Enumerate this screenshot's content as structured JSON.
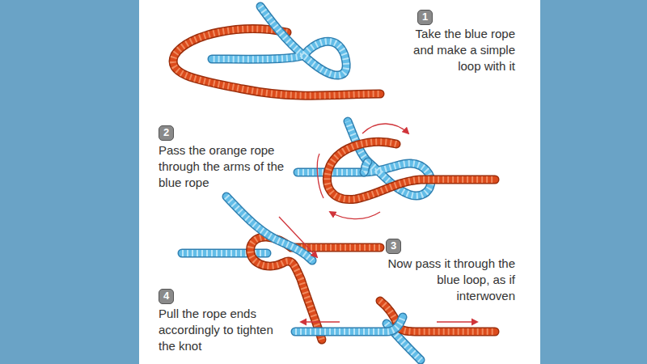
{
  "diagram": {
    "nodes": [
      {
        "text": [
          "1"
        ]
      },
      {
        "text": [
          "2"
        ]
      },
      {
        "text": [
          "3"
        ]
      },
      {
        "text": [
          "4"
        ]
      }
    ],
    "labels": [
      "Take the blue rope and make a simple loop with it",
      "Pass the orange rope through the arms of the blue rope",
      "Now pass it through the blue loop, as if interwoven",
      "Pull the rope ends accordingly to tighten the knot"
    ]
  }
}
